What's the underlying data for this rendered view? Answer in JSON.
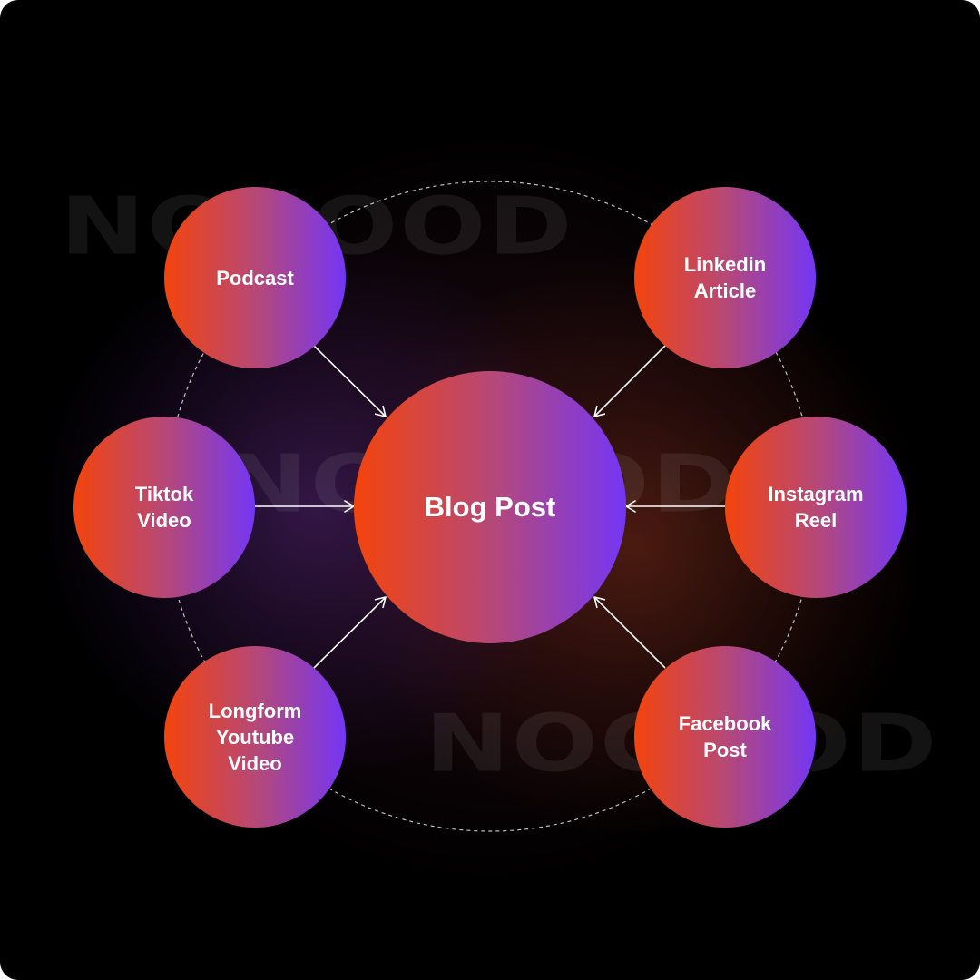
{
  "diagram": {
    "watermark_text": "NOCOOD",
    "center": {
      "label": "Blog Post"
    },
    "nodes": [
      {
        "id": "podcast",
        "label": "Podcast"
      },
      {
        "id": "linkedin",
        "label": "Linkedin\nArticle"
      },
      {
        "id": "tiktok",
        "label": "Tiktok\nVideo"
      },
      {
        "id": "instagram",
        "label": "Instagram\nReel"
      },
      {
        "id": "longform",
        "label": "Longform\nYoutube\nVideo"
      },
      {
        "id": "facebook",
        "label": "Facebook\nPost"
      }
    ],
    "edges": [
      {
        "from": "podcast",
        "to": "center"
      },
      {
        "from": "linkedin",
        "to": "center"
      },
      {
        "from": "tiktok",
        "to": "center"
      },
      {
        "from": "instagram",
        "to": "center"
      },
      {
        "from": "longform",
        "to": "center"
      },
      {
        "from": "facebook",
        "to": "center"
      }
    ],
    "colors": {
      "background": "#000000",
      "gradient_start": "#f4440c",
      "gradient_mid": "#b4487a",
      "gradient_end": "#7436f6",
      "text": "#ffffff",
      "connector": "#ffffff"
    }
  }
}
